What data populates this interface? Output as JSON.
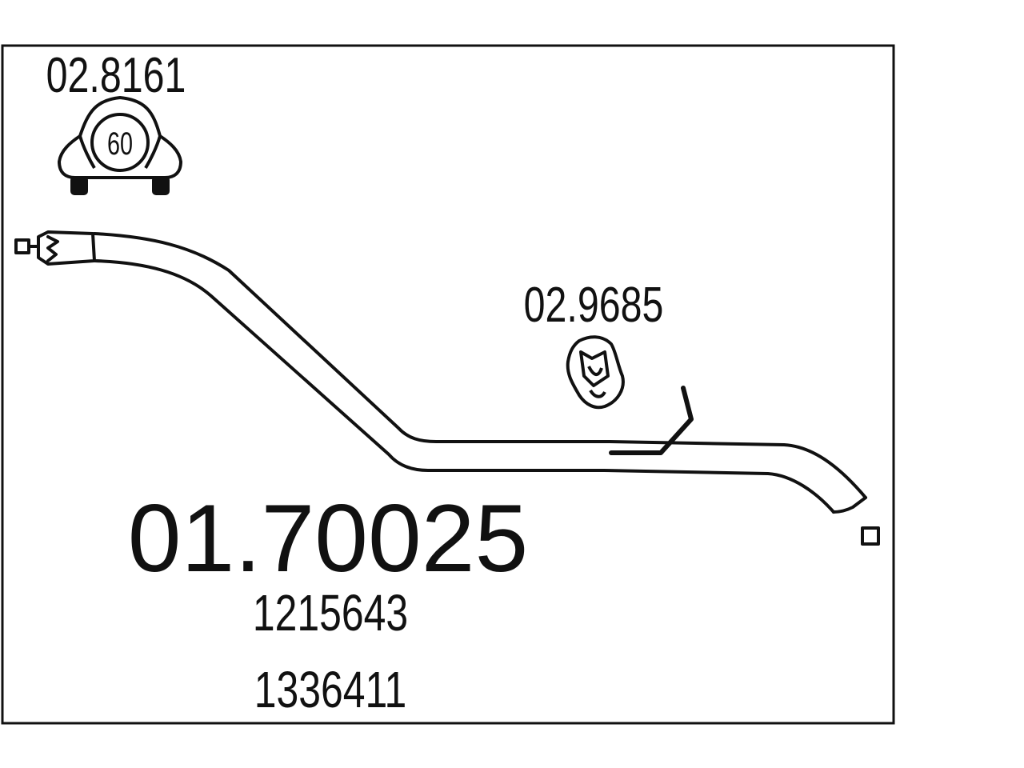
{
  "part_number": "01.70025",
  "oe_numbers": [
    "1215643",
    "1336411"
  ],
  "clamp": {
    "part_number": "02.8161",
    "diameter": "60",
    "icon": "exhaust-clamp-icon"
  },
  "hanger": {
    "part_number": "02.9685",
    "icon": "rubber-hanger-icon"
  },
  "colors": {
    "line": "#111111",
    "background": "#ffffff"
  }
}
